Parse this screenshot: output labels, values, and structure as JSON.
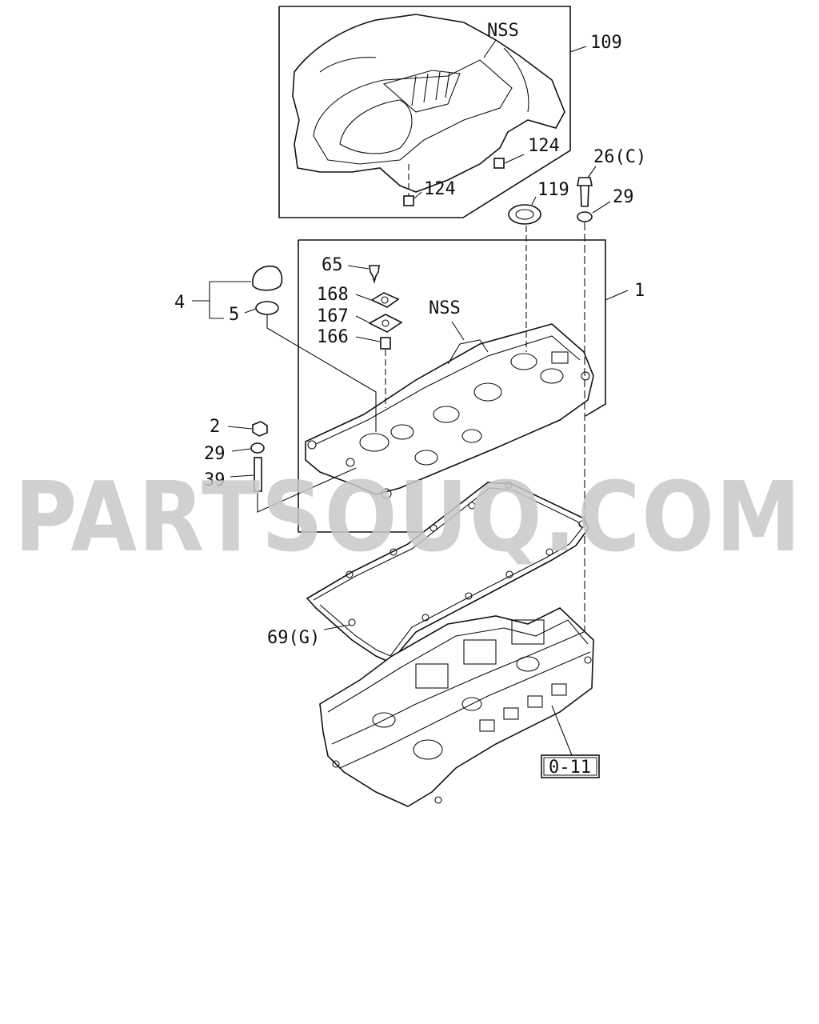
{
  "watermark": "PARTSOUQ.COM",
  "ref_box": "0-11",
  "callouts": {
    "c109": "109",
    "nss_top": "NSS",
    "c124_a": "124",
    "c124_b": "124",
    "c26": "26(C)",
    "c119": "119",
    "c29_top": "29",
    "c1": "1",
    "c65": "65",
    "c168": "168",
    "c167": "167",
    "c166": "166",
    "nss_mid": "NSS",
    "c4": "4",
    "c5": "5",
    "c2": "2",
    "c29_left": "29",
    "c39": "39",
    "c69": "69(G)"
  }
}
